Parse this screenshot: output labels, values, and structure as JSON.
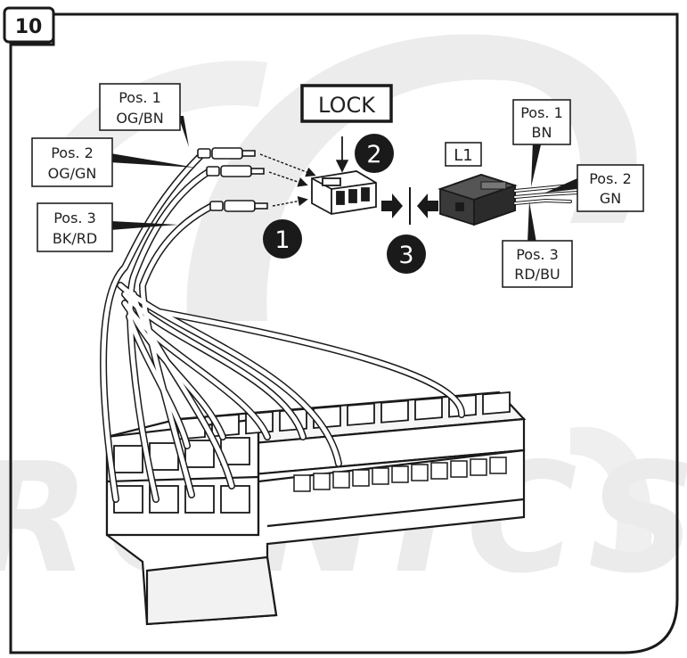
{
  "step_number": "10",
  "lock_label": "LOCK",
  "connector_label": "L1",
  "steps": {
    "one": "1",
    "two": "2",
    "three": "3"
  },
  "left_labels": [
    {
      "pos": "Pos. 1",
      "color": "OG/BN"
    },
    {
      "pos": "Pos. 2",
      "color": "OG/GN"
    },
    {
      "pos": "Pos. 3",
      "color": "BK/RD"
    }
  ],
  "right_labels": [
    {
      "pos": "Pos. 1",
      "color": "BN"
    },
    {
      "pos": "Pos. 2",
      "color": "GN"
    },
    {
      "pos": "Pos. 3",
      "color": "RD/BU"
    }
  ],
  "watermark_text": "RONICS",
  "colors": {
    "outline": "#1a1a1a",
    "watermark": "#e6e6e6",
    "connector_dark": "#2b2b2b"
  }
}
